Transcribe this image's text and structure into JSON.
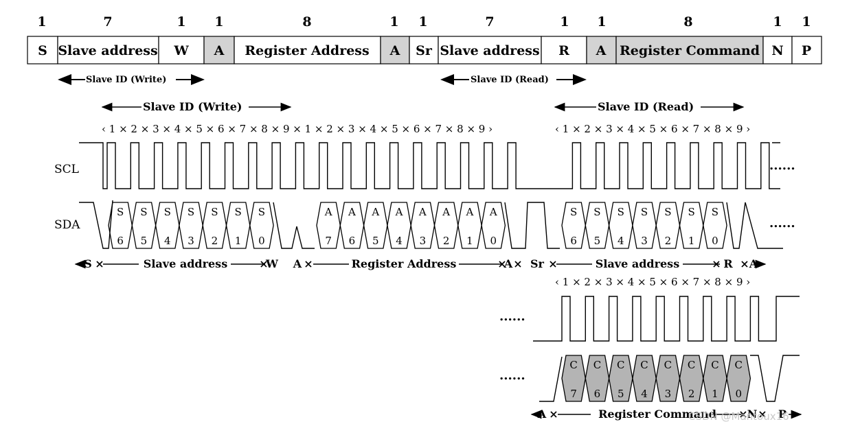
{
  "frame": {
    "bit_counts": [
      "1",
      "7",
      "1",
      "1",
      "8",
      "1",
      "1",
      "7",
      "1",
      "1",
      "8",
      "1",
      "1"
    ],
    "fields": [
      {
        "label": "S",
        "shaded": false
      },
      {
        "label": "Slave address",
        "shaded": false
      },
      {
        "label": "W",
        "shaded": false
      },
      {
        "label": "A",
        "shaded": true
      },
      {
        "label": "Register Address",
        "shaded": false
      },
      {
        "label": "A",
        "shaded": true
      },
      {
        "label": "Sr",
        "shaded": false
      },
      {
        "label": "Slave address",
        "shaded": false
      },
      {
        "label": "R",
        "shaded": false
      },
      {
        "label": "A",
        "shaded": true
      },
      {
        "label": "Register Command",
        "shaded": true
      },
      {
        "label": "N",
        "shaded": false
      },
      {
        "label": "P",
        "shaded": false
      }
    ],
    "spans": [
      "Slave ID (Write)",
      "Slave ID (Read)"
    ]
  },
  "timing": {
    "spans": [
      "Slave ID (Write)",
      "Slave ID (Read)"
    ],
    "clock_labels_top": [
      "‹ 1 × 2 × 3 × 4 × 5 × 6 × 7 × 8 × 9 × 1 × 2 × 3 × 4 × 5 × 6 × 7 × 8 × 9 ›",
      "‹ 1 × 2 × 3 × 4 × 5 × 6 × 7 × 8 × 9 ›"
    ],
    "clock_labels_bottom": "‹ 1 × 2 × 3 × 4 × 5 × 6 × 7 × 8 × 9 ›",
    "scl_label": "SCL",
    "sda_label": "SDA",
    "continuation": "......",
    "slave_bits_write": [
      [
        "S",
        "6"
      ],
      [
        "S",
        "5"
      ],
      [
        "S",
        "4"
      ],
      [
        "S",
        "3"
      ],
      [
        "S",
        "2"
      ],
      [
        "S",
        "1"
      ],
      [
        "S",
        "0"
      ]
    ],
    "register_bits": [
      [
        "A",
        "7"
      ],
      [
        "A",
        "6"
      ],
      [
        "A",
        "5"
      ],
      [
        "A",
        "4"
      ],
      [
        "A",
        "3"
      ],
      [
        "A",
        "2"
      ],
      [
        "A",
        "1"
      ],
      [
        "A",
        "0"
      ]
    ],
    "slave_bits_read": [
      [
        "S",
        "6"
      ],
      [
        "S",
        "5"
      ],
      [
        "S",
        "4"
      ],
      [
        "S",
        "3"
      ],
      [
        "S",
        "2"
      ],
      [
        "S",
        "1"
      ],
      [
        "S",
        "0"
      ]
    ],
    "command_bits": [
      [
        "C",
        "7"
      ],
      [
        "C",
        "6"
      ],
      [
        "C",
        "5"
      ],
      [
        "C",
        "4"
      ],
      [
        "C",
        "3"
      ],
      [
        "C",
        "2"
      ],
      [
        "C",
        "1"
      ],
      [
        "C",
        "0"
      ]
    ],
    "phases_top": [
      "S",
      "Slave address",
      "W",
      "A",
      "Register Address",
      "A",
      "Sr",
      "Slave address",
      "R",
      "A"
    ],
    "phases_bottom": [
      "A",
      "Register Command",
      "N",
      "P"
    ]
  },
  "watermark": "CSDN @Mantoux16"
}
